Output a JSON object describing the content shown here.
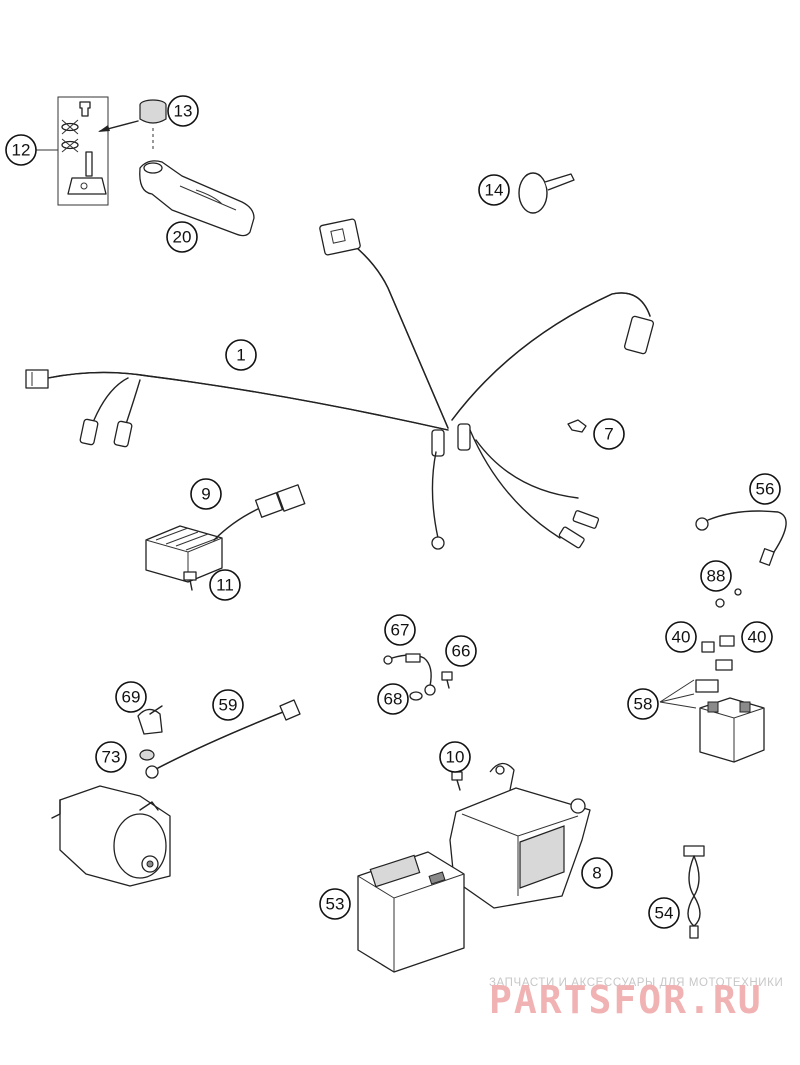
{
  "diagram": {
    "callouts": [
      {
        "id": "c1",
        "label": "1"
      },
      {
        "id": "c7",
        "label": "7"
      },
      {
        "id": "c8",
        "label": "8"
      },
      {
        "id": "c9",
        "label": "9"
      },
      {
        "id": "c10",
        "label": "10"
      },
      {
        "id": "c11",
        "label": "11"
      },
      {
        "id": "c12",
        "label": "12"
      },
      {
        "id": "c13",
        "label": "13"
      },
      {
        "id": "c14",
        "label": "14"
      },
      {
        "id": "c20",
        "label": "20"
      },
      {
        "id": "c40a",
        "label": "40"
      },
      {
        "id": "c40b",
        "label": "40"
      },
      {
        "id": "c53",
        "label": "53"
      },
      {
        "id": "c54",
        "label": "54"
      },
      {
        "id": "c56",
        "label": "56"
      },
      {
        "id": "c58",
        "label": "58"
      },
      {
        "id": "c59",
        "label": "59"
      },
      {
        "id": "c66",
        "label": "66"
      },
      {
        "id": "c67",
        "label": "67"
      },
      {
        "id": "c68",
        "label": "68"
      },
      {
        "id": "c69",
        "label": "69"
      },
      {
        "id": "c73",
        "label": "73"
      },
      {
        "id": "c88",
        "label": "88"
      }
    ]
  },
  "watermark": {
    "tagline": "ЗАПЧАСТИ И АКСЕССУАРЫ ДЛЯ МОТОТЕХНИКИ",
    "brand": "PARTSFOR.RU"
  }
}
